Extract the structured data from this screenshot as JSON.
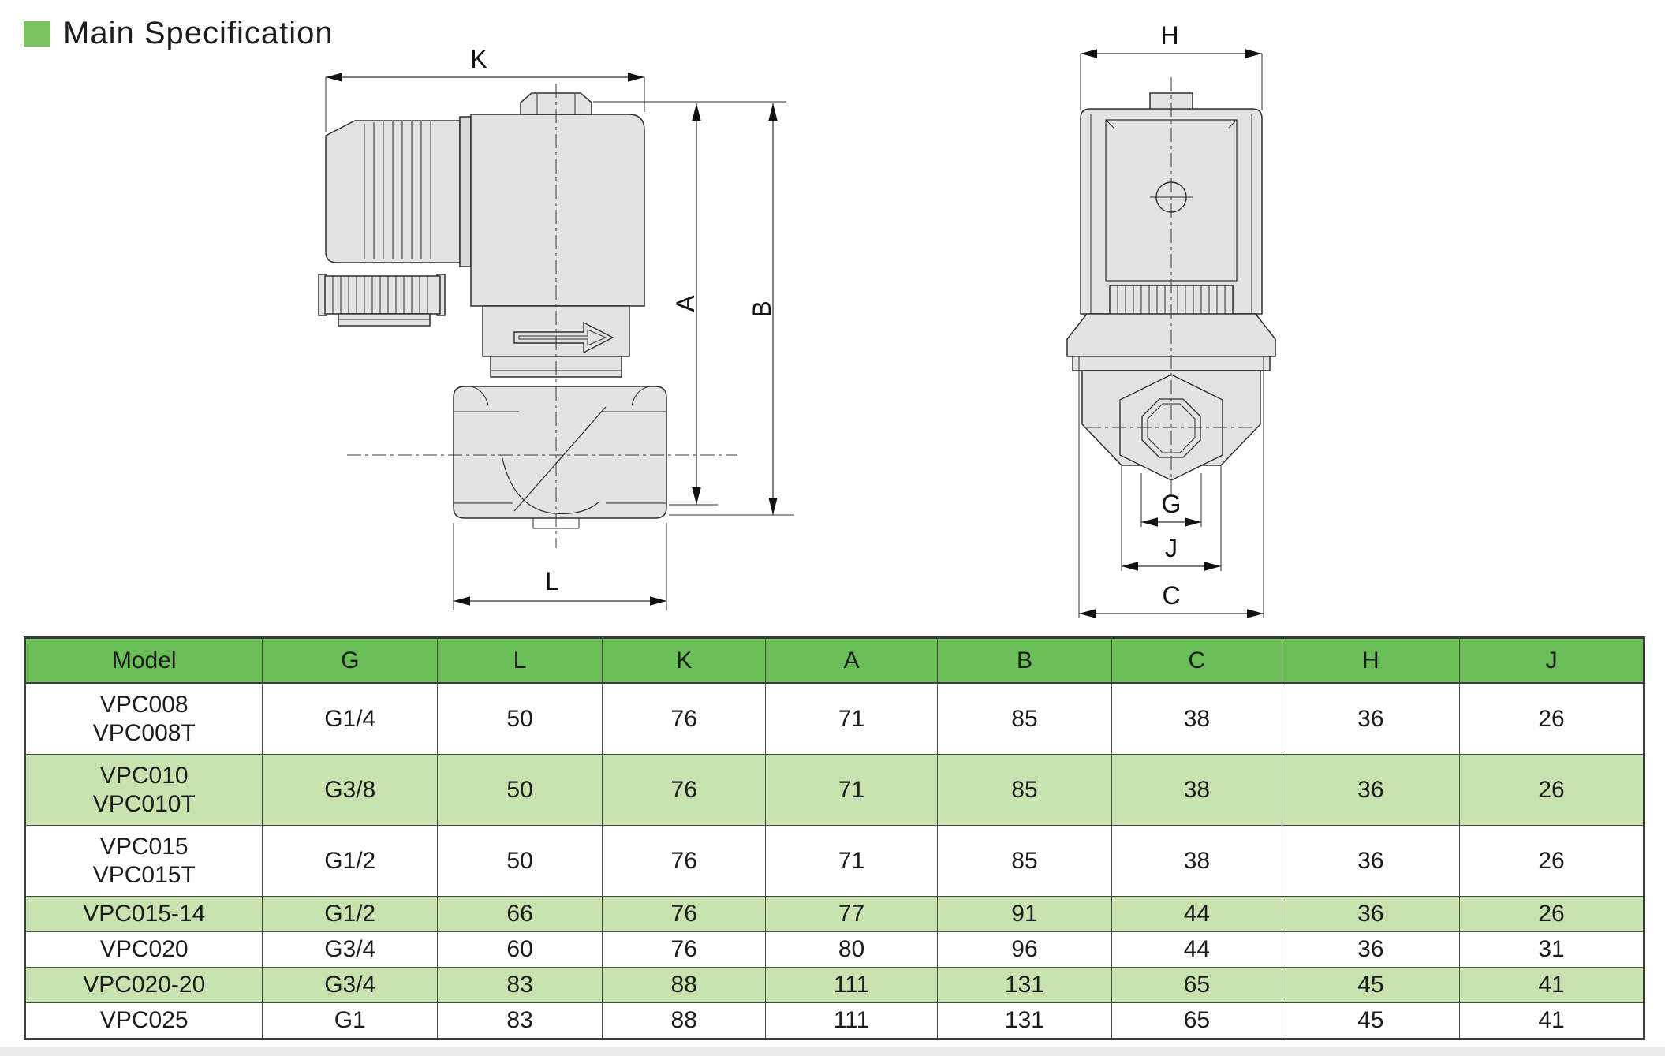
{
  "title": {
    "text": "Main Specification"
  },
  "drawings": {
    "side_view": {
      "description": "solenoid valve side view with right-angle DIN connector",
      "dim_labels": {
        "k": "K",
        "a": "A",
        "b": "B",
        "l": "L"
      }
    },
    "front_view": {
      "description": "solenoid valve front view",
      "dim_labels": {
        "h": "H",
        "g": "G",
        "j": "J",
        "c": "C"
      }
    }
  },
  "table": {
    "columns": [
      "Model",
      "G",
      "L",
      "K",
      "A",
      "B",
      "C",
      "H",
      "J"
    ],
    "rows": [
      {
        "model": [
          "VPC008",
          "VPC008T"
        ],
        "values": [
          "G1/4",
          "50",
          "76",
          "71",
          "85",
          "38",
          "36",
          "26"
        ],
        "highlighted": false
      },
      {
        "model": [
          "VPC010",
          "VPC010T"
        ],
        "values": [
          "G3/8",
          "50",
          "76",
          "71",
          "85",
          "38",
          "36",
          "26"
        ],
        "highlighted": true
      },
      {
        "model": [
          "VPC015",
          "VPC015T"
        ],
        "values": [
          "G1/2",
          "50",
          "76",
          "71",
          "85",
          "38",
          "36",
          "26"
        ],
        "highlighted": false
      },
      {
        "model": [
          "VPC015-14"
        ],
        "values": [
          "G1/2",
          "66",
          "76",
          "77",
          "91",
          "44",
          "36",
          "26"
        ],
        "highlighted": true
      },
      {
        "model": [
          "VPC020"
        ],
        "values": [
          "G3/4",
          "60",
          "76",
          "80",
          "96",
          "44",
          "36",
          "31"
        ],
        "highlighted": false
      },
      {
        "model": [
          "VPC020-20"
        ],
        "values": [
          "G3/4",
          "83",
          "88",
          "111",
          "131",
          "65",
          "45",
          "41"
        ],
        "highlighted": true
      },
      {
        "model": [
          "VPC025"
        ],
        "values": [
          "G1",
          "83",
          "88",
          "111",
          "131",
          "65",
          "45",
          "41"
        ],
        "highlighted": false
      }
    ]
  },
  "colors": {
    "bullet_green": "#79c260",
    "header_green": "#6abe58",
    "row_green": "#c9e3b0",
    "strip_gray": "#e9e9e9",
    "part_fill": "#e3e3e3",
    "line_dark": "#2e2e2e"
  }
}
